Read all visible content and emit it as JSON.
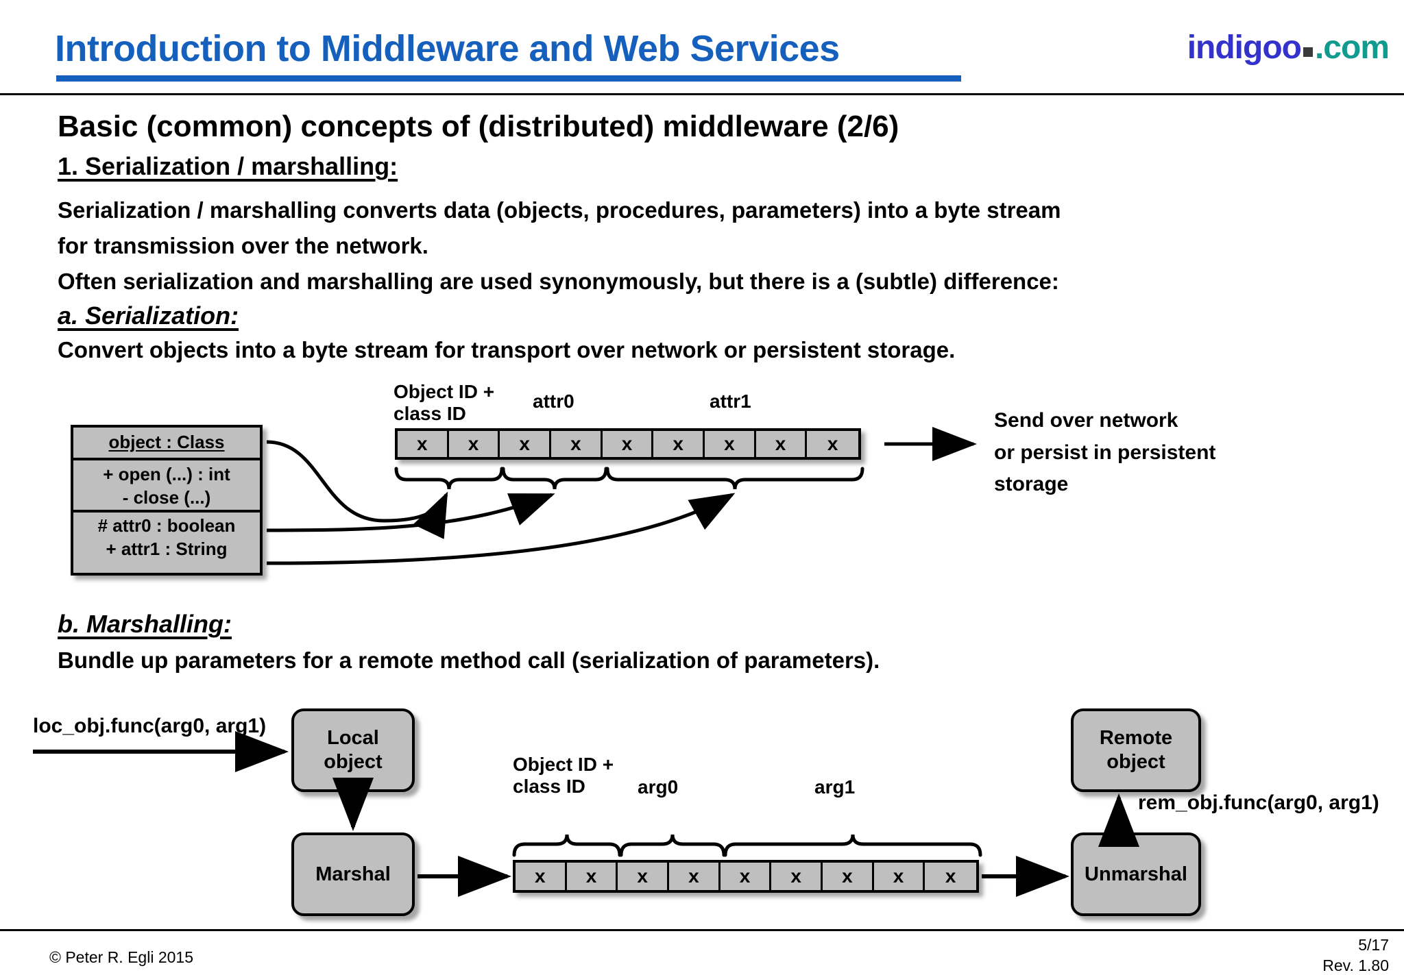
{
  "header": {
    "title": "Introduction to Middleware and Web Services",
    "logo_name": "indigoo",
    "logo_tld": ".com",
    "title_color": "#1560BD",
    "logo_color": "#3333CC",
    "logo_tld_color": "#109B8E"
  },
  "slide": {
    "title": "Basic (common) concepts of (distributed) middleware (2/6)",
    "section_heading": "1. Serialization / marshalling:",
    "paragraph_line1": "Serialization / marshalling converts data (objects, procedures, parameters) into a byte stream",
    "paragraph_line2": "for transmission over the network.",
    "paragraph_line3": "Often serialization and marshalling are used synonymously, but there is a (subtle) difference:",
    "sub_a_heading": "a. Serialization:",
    "sub_a_text": "Convert objects into a byte stream for transport over network or persistent storage.",
    "sub_b_heading": "b. Marshalling:",
    "sub_b_text": "Bundle up parameters for a remote method call (serialization of parameters)."
  },
  "uml": {
    "class_name": "object : Class",
    "operations": [
      "+ open (...) : int",
      "- close (...)"
    ],
    "attributes": [
      "# attr0 : boolean",
      "+ attr1 : String"
    ]
  },
  "serialization_diagram": {
    "cells": [
      "x",
      "x",
      "x",
      "x",
      "x",
      "x",
      "x",
      "x",
      "x"
    ],
    "labels": {
      "object_id_line1": "Object ID +",
      "object_id_line2": "class ID",
      "attr0": "attr0",
      "attr1": "attr1"
    },
    "brace_spans": [
      2,
      2,
      5
    ],
    "send_line1": "Send over network",
    "send_line2": "or persist in persistent",
    "send_line3": "storage"
  },
  "marshalling_diagram": {
    "cells": [
      "x",
      "x",
      "x",
      "x",
      "x",
      "x",
      "x",
      "x",
      "x"
    ],
    "labels": {
      "object_id_line1": "Object ID +",
      "object_id_line2": "class ID",
      "arg0": "arg0",
      "arg1": "arg1"
    },
    "brace_spans": [
      2,
      2,
      5
    ],
    "local_object_line1": "Local",
    "local_object_line2": "object",
    "marshal": "Marshal",
    "remote_object_line1": "Remote",
    "remote_object_line2": "object",
    "unmarshal": "Unmarshal",
    "local_call": "loc_obj.func(arg0, arg1)",
    "remote_call": "rem_obj.func(arg0, arg1)"
  },
  "footer": {
    "copyright": "© Peter R. Egli 2015",
    "page": "5/17",
    "revision": "Rev. 1.80"
  },
  "colors": {
    "box_fill": "#BFBFBF",
    "stroke": "#000000",
    "background": "#FFFFFF"
  }
}
